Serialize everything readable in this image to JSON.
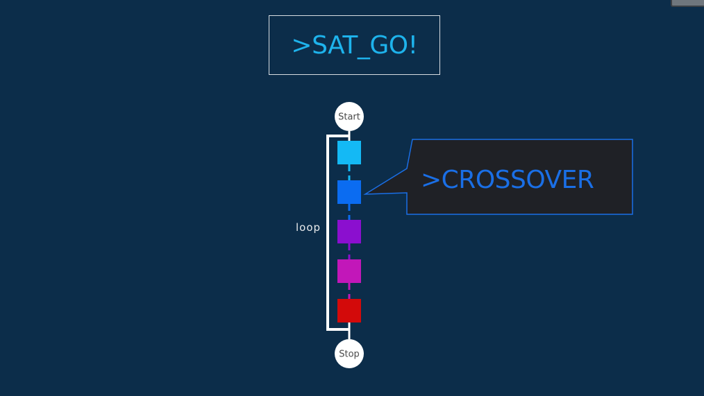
{
  "title": ">SAT_GO!",
  "start_label": "Start",
  "stop_label": "Stop",
  "loop_label": "loop",
  "callout_label": ">CROSSOVER",
  "colors": {
    "background": "#0c2d4a",
    "title": "#1eb3ec",
    "callout_text": "#1a6fe6",
    "callout_border": "#1a6fe6",
    "callout_fill": "#1f2126"
  },
  "steps": [
    {
      "color": "#14b9f5"
    },
    {
      "color": "#0b6cf1"
    },
    {
      "color": "#8b0fcf"
    },
    {
      "color": "#c217b9"
    },
    {
      "color": "#d30a0a"
    }
  ],
  "highlighted_step": 1
}
